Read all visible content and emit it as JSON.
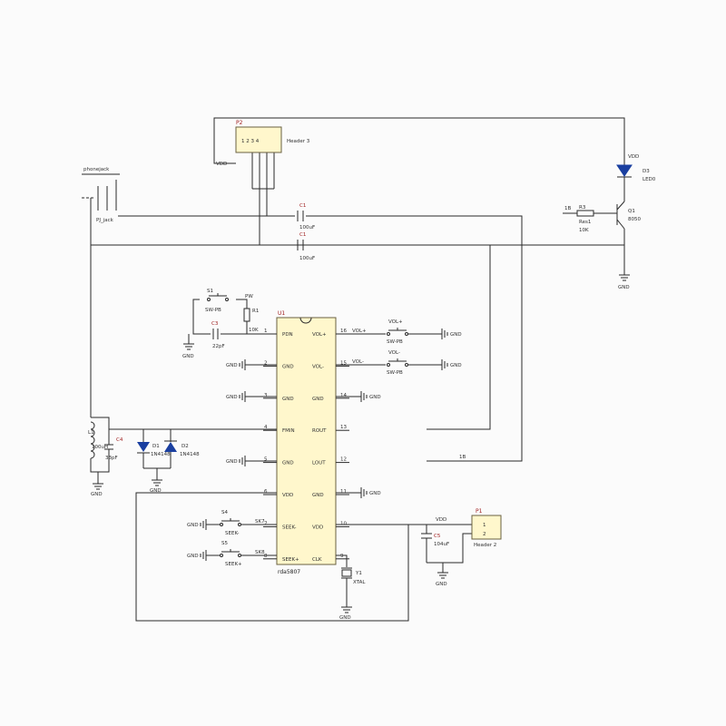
{
  "headers": {
    "p2_ref": "P2",
    "p2_name": "Header 3",
    "p2_pins": "1 2 3 4",
    "p1_ref": "P1",
    "p1_name": "Header 2",
    "p1_pins": [
      "1",
      "2"
    ]
  },
  "jack": {
    "title": "phonejack",
    "ref": "PJ_jack"
  },
  "caps": {
    "c1a_ref": "C1",
    "c1a_val": "100uF",
    "c1b_ref": "C1",
    "c1b_val": "100uF",
    "c3_ref": "C3",
    "c3_val": "22pF",
    "c4_ref": "C4",
    "c4_val": "33pF",
    "c5_ref": "C5",
    "c5_val": "104uF"
  },
  "led_driver": {
    "d3_ref": "D3",
    "d3_name": "LED0",
    "r3_ref": "R3",
    "r3_name": "Res1",
    "r3_val": "10K",
    "q1_ref": "Q1",
    "q1_name": "8050",
    "net_in": "1B"
  },
  "ic": {
    "ref": "U1",
    "name": "rda5807",
    "left_pins": [
      {
        "num": "1",
        "name": "PDN"
      },
      {
        "num": "2",
        "name": "GND"
      },
      {
        "num": "3",
        "name": "GND"
      },
      {
        "num": "4",
        "name": "FMIN"
      },
      {
        "num": "5",
        "name": "GND"
      },
      {
        "num": "6",
        "name": "VDD"
      },
      {
        "num": "7",
        "name": "SEEK-"
      },
      {
        "num": "8",
        "name": "SEEK+"
      }
    ],
    "right_pins": [
      {
        "num": "16",
        "name": "VOL+"
      },
      {
        "num": "15",
        "name": "VOL-"
      },
      {
        "num": "14",
        "name": "GND"
      },
      {
        "num": "13",
        "name": "ROUT"
      },
      {
        "num": "12",
        "name": "LOUT"
      },
      {
        "num": "11",
        "name": "GND"
      },
      {
        "num": "10",
        "name": "VDD"
      },
      {
        "num": "9",
        "name": "CLK"
      }
    ]
  },
  "switches": {
    "s1_ref": "S1",
    "s1_name": "SW-PB",
    "s1_net": "PW",
    "r1_ref": "R1",
    "r1_val": "10K",
    "volp_net": "VOL+",
    "volp_name": "SW-PB",
    "volm_net": "VOL-",
    "volm_name": "SW-PB",
    "s4_ref": "S4",
    "s4_name": "SEEK-",
    "s4_net": "SK7",
    "s5_ref": "S5",
    "s5_name": "SEEK+",
    "s5_net": "SK8"
  },
  "antenna": {
    "l1_ref": "L1",
    "l1_val": "100uH",
    "d1_ref": "D1",
    "d1_name": "1N4148",
    "d2_ref": "D2",
    "d2_name": "1N4148"
  },
  "crystal": {
    "ref": "Y1",
    "name": "XTAL"
  },
  "nets": {
    "vdd": "VDD",
    "gnd": "GND",
    "lout_net": "1B"
  }
}
